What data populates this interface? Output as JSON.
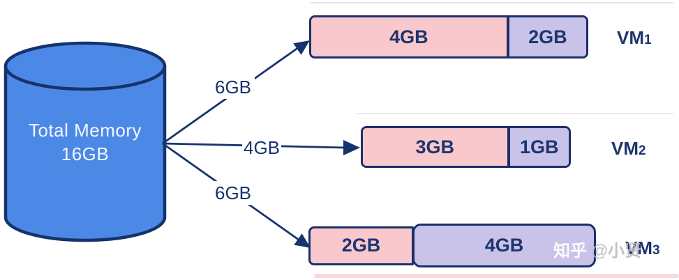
{
  "diagram": {
    "pool": {
      "title": "Total Memory",
      "capacity": "16GB"
    },
    "allocations": [
      {
        "arrow_label": "6GB",
        "vm_name": "VM",
        "vm_sub": "1",
        "segments": [
          {
            "size": "4GB",
            "color": "#f9c8cc"
          },
          {
            "size": "2GB",
            "color": "#c9c2e9"
          }
        ]
      },
      {
        "arrow_label": "4GB",
        "vm_name": "VM",
        "vm_sub": "2",
        "segments": [
          {
            "size": "3GB",
            "color": "#f9c8cc"
          },
          {
            "size": "1GB",
            "color": "#c9c2e9"
          }
        ]
      },
      {
        "arrow_label": "6GB",
        "vm_name": "VM",
        "vm_sub": "3",
        "segments": [
          {
            "size": "2GB",
            "color": "#f9c8cc"
          },
          {
            "size": "4GB",
            "color": "#c9c2e9"
          }
        ]
      }
    ]
  },
  "watermark": {
    "site": "知乎",
    "handle": "@小贤"
  },
  "colors": {
    "pool_fill": "#4c89e6",
    "outline_navy": "#1b2f6b",
    "text_navy": "#1d356f",
    "segment_pink": "#f9c8cc",
    "segment_purple": "#c9c2e9",
    "pool_text": "#f2f7fe"
  }
}
